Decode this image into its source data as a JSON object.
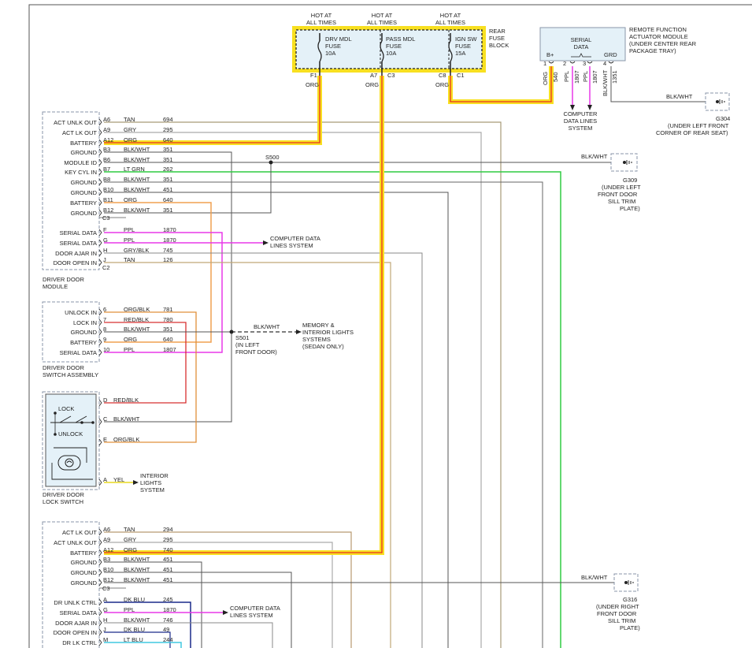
{
  "fuse_block": {
    "hot1": [
      "HOT AT",
      "ALL TIMES"
    ],
    "hot2": [
      "HOT AT",
      "ALL TIMES"
    ],
    "hot3": [
      "HOT AT",
      "ALL TIMES"
    ],
    "fuse1": [
      "DRV MDL",
      "FUSE",
      "10A"
    ],
    "fuse2": [
      "PASS MDL",
      "FUSE",
      "10A"
    ],
    "fuse3": [
      "IGN SW",
      "FUSE",
      "15A"
    ],
    "name": [
      "REAR",
      "FUSE",
      "BLOCK"
    ],
    "pins": [
      "F1",
      "A7",
      "C3",
      "C8",
      "C1"
    ],
    "wire_labels": [
      "ORG",
      "ORG",
      "ORG"
    ]
  },
  "rfa": {
    "title": [
      "REMOTE FUNCTION",
      "ACTUATOR MODULE",
      "(UNDER CENTER REAR",
      "PACKAGE TRAY)"
    ],
    "serial": [
      "SERIAL",
      "DATA"
    ],
    "bplus": "B+",
    "grd": "GRD",
    "pins": [
      "1",
      "2",
      "3",
      "4"
    ],
    "wires": [
      "ORG",
      "540",
      "PPL",
      "1807",
      "PPL",
      "1807",
      "BLK/WHT",
      "1351"
    ],
    "cdl": [
      "COMPUTER",
      "DATA LINES",
      "SYSTEM"
    ]
  },
  "g304": {
    "wire": "BLK/WHT",
    "name": "G304",
    "loc": [
      "(UNDER LEFT FRONT",
      "CORNER OF REAR SEAT)"
    ]
  },
  "g309": {
    "wire": "BLK/WHT",
    "name": "G309",
    "loc": [
      "(UNDER LEFT",
      "FRONT DOOR",
      "SILL TRIM",
      "PLATE)"
    ]
  },
  "g316": {
    "wire": "BLK/WHT",
    "name": "G316",
    "loc": [
      "(UNDER RIGHT",
      "FRONT DOOR",
      "SILL TRIM",
      "PLATE)"
    ]
  },
  "splice_s500": "S500",
  "splice_s501": [
    "S501",
    "(IN LEFT",
    "FRONT DOOR)"
  ],
  "s501_wire": "BLK/WHT",
  "memory_lights": [
    "MEMORY &",
    "INTERIOR LIGHTS",
    "SYSTEMS",
    "(SEDAN ONLY)"
  ],
  "cdl1": [
    "COMPUTER DATA",
    "LINES SYSTEM"
  ],
  "cdl2": [
    "COMPUTER DATA",
    "LINES SYSTEM"
  ],
  "ddm": {
    "name": [
      "DRIVER DOOR",
      "MODULE"
    ],
    "c3": "C3",
    "c2": "C2",
    "rows": [
      [
        "ACT UNLK OUT",
        "A6",
        "TAN",
        "694"
      ],
      [
        "ACT LK OUT",
        "A9",
        "GRY",
        "295"
      ],
      [
        "BATTERY",
        "A12",
        "ORG",
        "640"
      ],
      [
        "GROUND",
        "B3",
        "BLK/WHT",
        "351"
      ],
      [
        "MODULE ID",
        "B6",
        "BLK/WHT",
        "351"
      ],
      [
        "KEY CYL IN",
        "B7",
        "LT GRN",
        "262"
      ],
      [
        "GROUND",
        "B8",
        "BLK/WHT",
        "351"
      ],
      [
        "GROUND",
        "B10",
        "BLK/WHT",
        "451"
      ],
      [
        "BATTERY",
        "B11",
        "ORG",
        "640"
      ],
      [
        "GROUND",
        "B12",
        "BLK/WHT",
        "351"
      ],
      [
        "SERIAL DATA",
        "F",
        "PPL",
        "1870"
      ],
      [
        "SERIAL DATA",
        "G",
        "PPL",
        "1870"
      ],
      [
        "DOOR AJAR IN",
        "H",
        "GRY/BLK",
        "745"
      ],
      [
        "DOOR OPEN IN",
        "J",
        "TAN",
        "126"
      ]
    ]
  },
  "dds": {
    "name": [
      "DRIVER DOOR",
      "SWITCH ASSEMBLY"
    ],
    "rows": [
      [
        "UNLOCK IN",
        "6",
        "ORG/BLK",
        "781"
      ],
      [
        "LOCK IN",
        "7",
        "RED/BLK",
        "780"
      ],
      [
        "GROUND",
        "8",
        "BLK/WHT",
        "351"
      ],
      [
        "BATTERY",
        "9",
        "ORG",
        "640"
      ],
      [
        "SERIAL DATA",
        "10",
        "PPL",
        "1807"
      ]
    ]
  },
  "lock_switch": {
    "name": [
      "DRIVER DOOR",
      "LOCK SWITCH"
    ],
    "lock": "LOCK",
    "unlock": "UNLOCK",
    "rows": [
      [
        "D",
        "RED/BLK"
      ],
      [
        "C",
        "BLK/WHT"
      ],
      [
        "E",
        "ORG/BLK"
      ],
      [
        "A",
        "YEL"
      ]
    ],
    "interior": [
      "INTERIOR",
      "LIGHTS",
      "SYSTEM"
    ]
  },
  "pdm": {
    "c3": "C3",
    "rows": [
      [
        "ACT LK OUT",
        "A6",
        "TAN",
        "294"
      ],
      [
        "ACT UNLK OUT",
        "A9",
        "GRY",
        "295"
      ],
      [
        "BATTERY",
        "A12",
        "ORG",
        "740"
      ],
      [
        "GROUND",
        "B3",
        "BLK/WHT",
        "451"
      ],
      [
        "GROUND",
        "B10",
        "BLK/WHT",
        "451"
      ],
      [
        "GROUND",
        "B12",
        "BLK/WHT",
        "451"
      ],
      [
        "DR UNLK CTRL",
        "A",
        "DK BLU",
        "245"
      ],
      [
        "SERIAL DATA",
        "G",
        "PPL",
        "1870"
      ],
      [
        "DOOR AJAR IN",
        "H",
        "BLK/WHT",
        "746"
      ],
      [
        "DOOR OPEN IN",
        "J",
        "DK BLU",
        "49"
      ],
      [
        "DR LK CTRL",
        "M",
        "LT BLU",
        "244"
      ]
    ]
  }
}
